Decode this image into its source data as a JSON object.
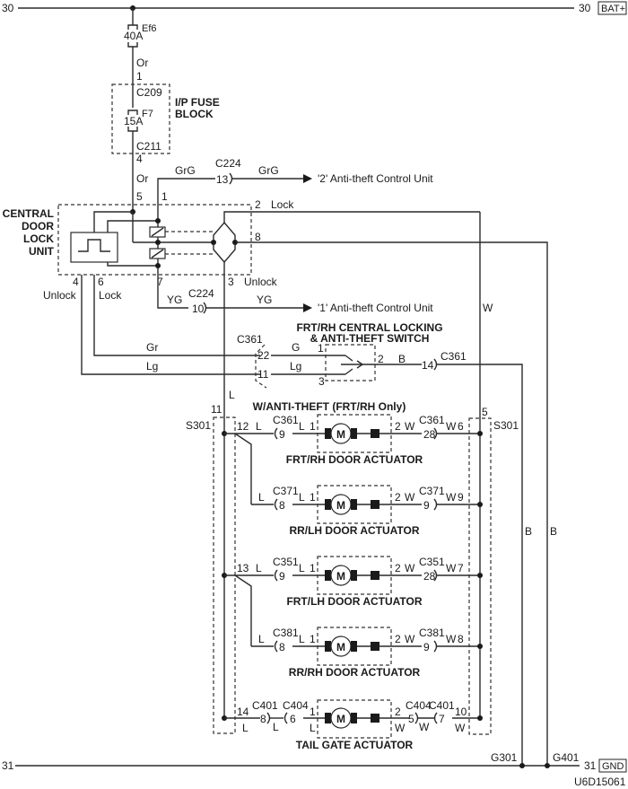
{
  "diagram": {
    "code": "U6D15061",
    "rails": {
      "top": {
        "number": "30",
        "tag": "BAT+"
      },
      "bottom": {
        "left_number": "31",
        "number": "31",
        "tag": "GND"
      }
    },
    "fuses": {
      "ef6": {
        "rating": "40A",
        "id": "Ef6"
      },
      "f7": {
        "rating": "15A",
        "id": "F7"
      }
    },
    "ip_fuse_block": {
      "title_line1": "I/P FUSE",
      "title_line2": "BLOCK",
      "conn_in": "C209",
      "pin_in": "1",
      "conn_out": "C211",
      "pin_out": "4"
    },
    "wires": {
      "or1": "Or",
      "or2": "Or",
      "grg1": "GrG",
      "grg2": "GrG",
      "yg1": "YG",
      "yg2": "YG",
      "gr": "Gr",
      "lg1": "Lg",
      "g": "G",
      "lg2": "Lg",
      "b_sw": "B",
      "w_main": "W",
      "l_main": "L",
      "b1": "B",
      "b2": "B"
    },
    "cdlu": {
      "title_line1": "CENTRAL",
      "title_line2": "DOOR",
      "title_line3": "LOCK",
      "title_line4": "UNIT",
      "pins": {
        "p1": "1",
        "p2": "2",
        "p3": "3",
        "p4": "4",
        "p5": "5",
        "p6": "6",
        "p7": "7",
        "p8": "8"
      },
      "labels": {
        "lock_top": "Lock",
        "unlock_bottom": "Unlock",
        "unlock_left": "Unlock",
        "lock_left": "Lock"
      }
    },
    "anti_theft": {
      "c224_a": "C224",
      "pin13": "13",
      "dest2": "'2' Anti-theft Control Unit",
      "c224_b": "C224",
      "pin10": "10",
      "dest1": "'1' Anti-theft Control Unit"
    },
    "switch": {
      "title_line1": "FRT/RH CENTRAL LOCKING",
      "title_line2": "& ANTI-THEFT SWITCH",
      "conn": "C361",
      "pin22": "22",
      "pin11": "11",
      "sw1": "1",
      "sw2": "2",
      "sw3": "3",
      "out_pin": "14",
      "out_conn": "C361"
    },
    "splice": {
      "left": "S301",
      "right": "S301",
      "left_top_pin": "11",
      "right_top_pin": "5"
    },
    "anti_theft_note": "W/ANTI-THEFT (FRT/RH Only)",
    "actuators": [
      {
        "name": "FRT/RH DOOR ACTUATOR",
        "s_pin": "12",
        "lw": "L",
        "lconn": "C361",
        "lpin": "9",
        "lw2": "L",
        "p1": "1",
        "motor": "M",
        "p2": "2",
        "rw": "W",
        "rconn": "C361",
        "rpin": "28",
        "rw2": "W",
        "r_s_pin": "6"
      },
      {
        "name": "RR/LH DOOR ACTUATOR",
        "s_pin": "",
        "lw": "L",
        "lconn": "C371",
        "lpin": "8",
        "lw2": "L",
        "p1": "1",
        "motor": "M",
        "p2": "2",
        "rw": "W",
        "rconn": "C371",
        "rpin": "9",
        "rw2": "W",
        "r_s_pin": "9"
      },
      {
        "name": "FRT/LH DOOR ACTUATOR",
        "s_pin": "13",
        "lw": "L",
        "lconn": "C351",
        "lpin": "9",
        "lw2": "L",
        "p1": "1",
        "motor": "M",
        "p2": "2",
        "rw": "W",
        "rconn": "C351",
        "rpin": "28",
        "rw2": "W",
        "r_s_pin": "7"
      },
      {
        "name": "RR/RH DOOR ACTUATOR",
        "s_pin": "",
        "lw": "L",
        "lconn": "C381",
        "lpin": "8",
        "lw2": "L",
        "p1": "1",
        "motor": "M",
        "p2": "2",
        "rw": "W",
        "rconn": "C381",
        "rpin": "9",
        "rw2": "W",
        "r_s_pin": "8"
      }
    ],
    "tailgate": {
      "name": "TAIL GATE ACTUATOR",
      "s_pin": "14",
      "c401a": "C401",
      "c401a_pin": "8",
      "c404a": "C404",
      "c404a_pin": "6",
      "lw1": "L",
      "lw2": "L",
      "lw3": "L",
      "p1": "1",
      "motor": "M",
      "p2": "2",
      "rw1": "W",
      "rw2": "W",
      "rw3": "W",
      "c404b": "C404",
      "c404b_pin": "5",
      "c401b": "C401",
      "c401b_pin": "7",
      "r_s_pin": "10"
    },
    "grounds": {
      "g301": "G301",
      "g401": "G401"
    }
  }
}
